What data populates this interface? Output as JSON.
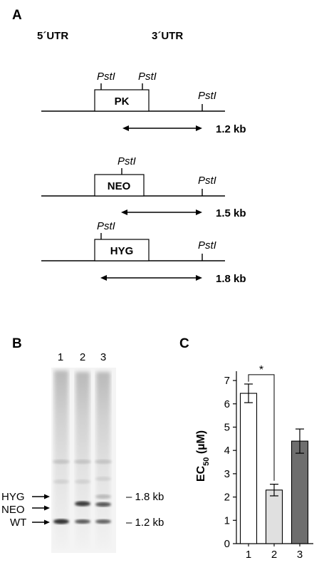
{
  "panel_a": {
    "letter": "A",
    "utr5": "5´UTR",
    "utr3": "3´UTR",
    "site_label": "PstI",
    "constructs": [
      {
        "gene": "PK",
        "size": "1.2 kb"
      },
      {
        "gene": "NEO",
        "size": "1.5 kb"
      },
      {
        "gene": "HYG",
        "size": "1.8 kb"
      }
    ]
  },
  "panel_b": {
    "letter": "B",
    "lanes": [
      "1",
      "2",
      "3"
    ],
    "left_labels": [
      "HYG",
      "NEO",
      "WT"
    ],
    "right_labels": [
      "– 1.8 kb",
      "– 1.2 kb"
    ]
  },
  "panel_c": {
    "letter": "C",
    "significance": "*"
  },
  "chart_data": {
    "type": "bar",
    "categories": [
      "1",
      "2",
      "3"
    ],
    "values": [
      6.45,
      2.3,
      4.4
    ],
    "errors": [
      0.4,
      0.25,
      0.52
    ],
    "bar_colors": [
      "#ffffff",
      "#e0e0e0",
      "#6e6e6e"
    ],
    "ylabel": "EC50 (µM)",
    "ylabel_main": "EC",
    "ylabel_sub": "50",
    "ylabel_unit": " (µM)",
    "ylim": [
      0,
      7.4
    ],
    "yticks": [
      "0",
      "1",
      "2",
      "3",
      "4",
      "5",
      "6",
      "7"
    ],
    "significance": {
      "between": [
        1,
        2
      ],
      "label": "*"
    }
  }
}
